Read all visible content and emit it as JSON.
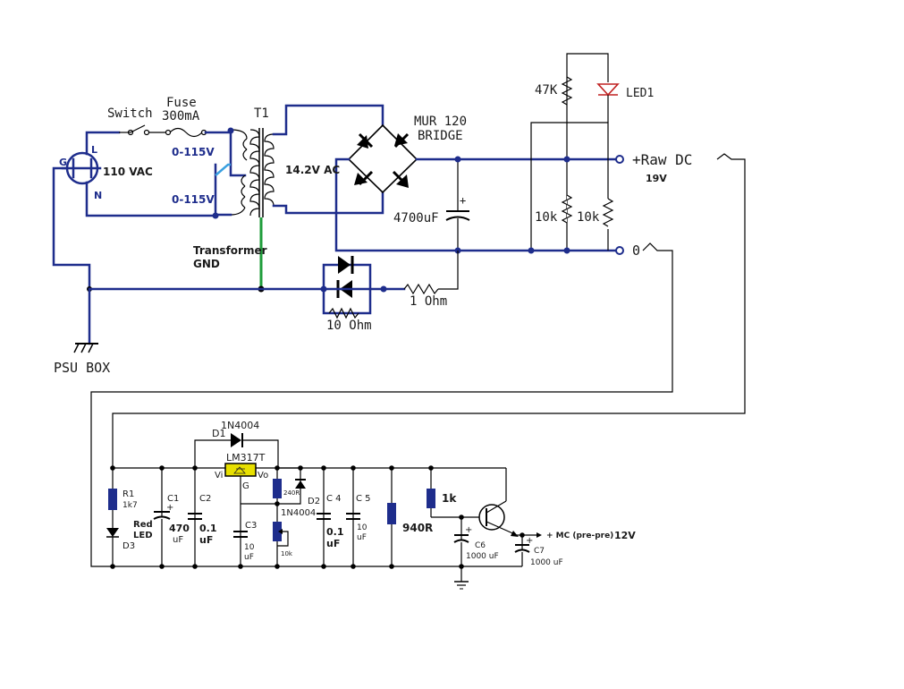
{
  "labels": {
    "switch": "Switch",
    "fuse": "Fuse",
    "fuse_rating": "300mA",
    "t1": "T1",
    "plug_g": "G",
    "plug_l": "L",
    "plug_n": "N",
    "mains": "110 VAC",
    "primary_top": "0-115V",
    "primary_bottom": "0-115V",
    "secondary": "14.2V AC",
    "transformer_gnd_1": "Transformer",
    "transformer_gnd_2": "GND",
    "psu_box": "PSU BOX",
    "bridge_1": "MUR 120",
    "bridge_2": "BRIDGE",
    "cap_main": "4700uF",
    "r_47k": "47K",
    "led1": "LED1",
    "r_10k_a": "10k",
    "r_10k_b": "10k",
    "raw_dc": "+Raw DC",
    "raw_dc_v": "19V",
    "out_zero": "0",
    "r_1ohm": "1 Ohm",
    "r_10ohm": "10 Ohm",
    "d1": "D1",
    "d1_part": "1N4004",
    "lm317": "LM317T",
    "vi": "Vi",
    "vo": "Vo",
    "g": "G",
    "r1": "R1",
    "r1_val": "1k7",
    "led_red_1": "Red",
    "led_red_2": "LED",
    "d3": "D3",
    "c1": "C1",
    "c1_val_1": "470",
    "c1_val_2": "uF",
    "c2": "C2",
    "c2_val_1": "0.1",
    "c2_val_2": "uF",
    "c3": "C3",
    "c3_val_1": "10",
    "c3_val_2": "uF",
    "r_240": "240R",
    "d2": "D2",
    "d2_part": "1N4004",
    "pot_10k": "10k",
    "c4": "C 4",
    "c4_val_1": "0.1",
    "c4_val_2": "uF",
    "c5": "C 5",
    "c5_val_1": "10",
    "c5_val_2": "uF",
    "r_940": "940R",
    "r_1k": "1k",
    "c6": "C6",
    "c6_val": "1000 uF",
    "c7": "C7",
    "c7_val": "1000 uF",
    "plus": "+",
    "output": "+ MC (pre-pre)",
    "output_v": "12V"
  },
  "colors": {
    "wire": "#1e2d8c",
    "ground_wire": "#1e9c3a",
    "led_indicator": "#c02020",
    "switch_node": "#3aa0e0",
    "component": "#000000",
    "text_dark": "#1a1a1a",
    "text_blue": "#1e2d8c"
  }
}
